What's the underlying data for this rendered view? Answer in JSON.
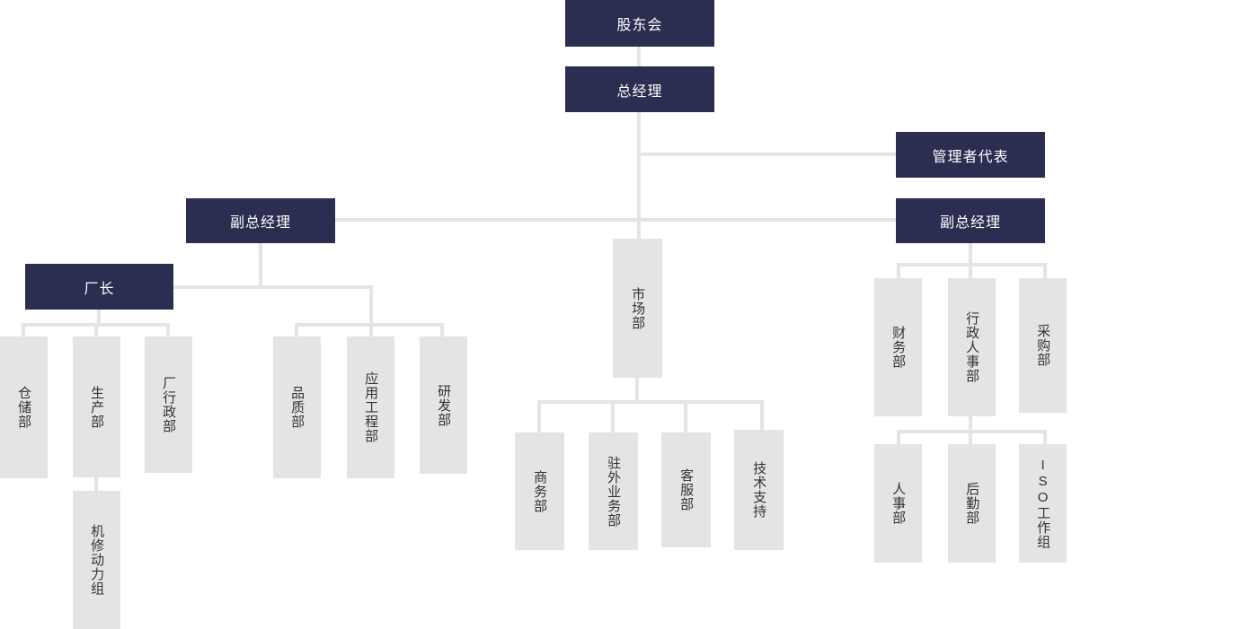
{
  "chart": {
    "title_text": "",
    "colors": {
      "executive_box": "#2b2d51",
      "executive_text": "#ffffff",
      "department_box": "#e4e4e4",
      "department_text": "#333333",
      "connector": "#e4e4e4",
      "background": "#ffffff"
    }
  },
  "nodes": {
    "shareholders": "股东会",
    "general_manager": "总经理",
    "management_rep": "管理者代表",
    "deputy_gm_left": "副总经理",
    "deputy_gm_right": "副总经理",
    "plant_director": "厂长",
    "warehouse": "仓储部",
    "production": "生产部",
    "plant_admin": "厂行政部",
    "maintenance_power": "机修动力组",
    "quality": "品质部",
    "application_engineering": "应用工程部",
    "rnd": "研发部",
    "marketing": "市场部",
    "business": "商务部",
    "field_sales": "驻外业务部",
    "customer_service": "客服部",
    "tech_support": "技术支持",
    "finance": "财务部",
    "admin_hr": "行政人事部",
    "purchasing": "采购部",
    "hr": "人事部",
    "logistics": "后勤部",
    "iso_team": "ISO工作组"
  }
}
